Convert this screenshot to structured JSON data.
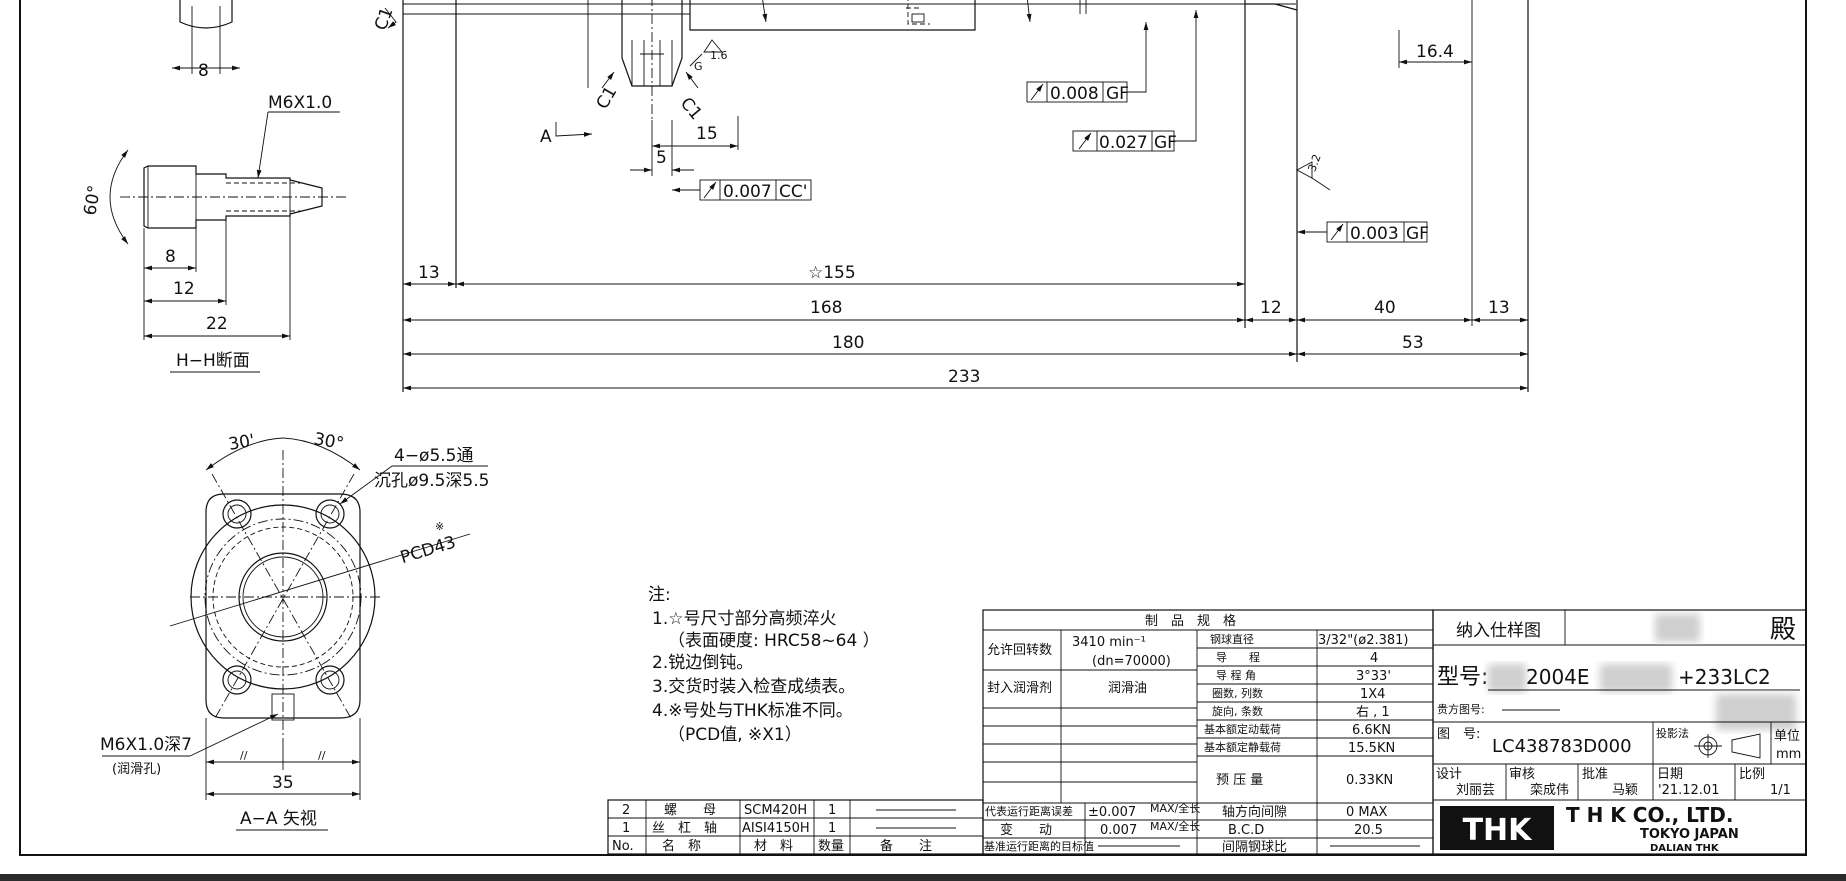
{
  "dimensions": {
    "d_8_top": "8",
    "thread_top": "M6X1.0",
    "angle_60": "60°",
    "d_8": "8",
    "d_12": "12",
    "d_22": "22",
    "section_hh": "H−H断面",
    "chamfer_c1": "C1",
    "view_a": "A",
    "d_15": "15",
    "d_5": "5",
    "finish_16": "1.6",
    "finish_g": "G",
    "runout_1_val": "0.007",
    "runout_1_ref": "CC'",
    "runout_2_val": "0.008",
    "runout_2_ref": "GF",
    "runout_3_val": "0.027",
    "runout_3_ref": "GF",
    "runout_4_val": "0.003",
    "runout_4_ref": "GF",
    "d_16_4": "16.4",
    "finish_32": "3.2",
    "d_13_left": "13",
    "d_155": "☆155",
    "d_168": "168",
    "d_12_mid": "12",
    "d_40": "40",
    "d_13_right": "13",
    "d_180": "180",
    "d_53": "53",
    "d_233": "233",
    "angle_30_l": "30'",
    "angle_30_r": "30°",
    "holes_1": "4−ø5.5通",
    "holes_2": "沉孔ø9.5深5.5",
    "pcd_mark": "※",
    "pcd": "PCD43",
    "thread_bottom_1": "M6X1.0深7",
    "thread_bottom_2": "(润滑孔)",
    "d_35": "35",
    "view_aa": "A−A 矢视"
  },
  "notes": {
    "title": "注:",
    "items": [
      "1.☆号尺寸部分高频淬火",
      "（表面硬度: HRC58~64 ）",
      "2.锐边倒钝。",
      "3.交货时装入检查成绩表。",
      "4.※号处与THK标准不同。",
      "（PCD值, ※X1）"
    ]
  },
  "spec_table": {
    "header": "制　品　规　格",
    "speed_label": "允许回转数",
    "speed_value": "3410  min⁻¹",
    "speed_dn": "(dn=70000)",
    "lube_label": "封入润滑剂",
    "lube_value": "润滑油",
    "rows": [
      {
        "label": "钢球直径",
        "value": "3/32\"(ø2.381)"
      },
      {
        "label": "导　　程",
        "value": "4"
      },
      {
        "label": "导 程 角",
        "value": "3°33'"
      },
      {
        "label": "圈数, 列数",
        "value": "1X4"
      },
      {
        "label": "旋向, 条数",
        "value": "右 , 1"
      },
      {
        "label": "基本额定动载荷",
        "value": "6.6KN"
      },
      {
        "label": "基本额定静载荷",
        "value": "15.5KN"
      },
      {
        "label": "预 压 量",
        "value": "0.33KN"
      }
    ],
    "err_label": "代表运行距离误差",
    "err_value": "±0.007",
    "var_label": "变　　动",
    "var_value": "0.007",
    "target_label": "基准运行距离的目标值",
    "max_unit": "MAX/全长",
    "axial_label": "轴方向间隙",
    "axial_value": "0  MAX",
    "bcd_label": "B.C.D",
    "bcd_value": "20.5",
    "ratio_label": "间隔钢球比"
  },
  "bom": {
    "headers": [
      "No.",
      "名　称",
      "材　料",
      "数量",
      "备　　注"
    ],
    "rows": [
      {
        "no": "2",
        "name": "螺　　母",
        "material": "SCM420H",
        "qty": "1"
      },
      {
        "no": "1",
        "name": "丝　杠　轴",
        "material": "AISI4150H",
        "qty": "1"
      }
    ]
  },
  "title_block": {
    "doc_type": "纳入仕样图",
    "honorific": "殿",
    "model_label": "型号:",
    "model_mid": "2004E",
    "model_end": "+233LC2",
    "client_label": "贵方图号:",
    "drawing_label": "图　号:",
    "drawing_no": "LC438783D000",
    "projection_label": "投影法",
    "unit_label": "单位",
    "unit_value": "mm",
    "design_label": "设计",
    "design_name": "刘丽芸",
    "check_label": "审核",
    "check_name": "栾成伟",
    "approve_label": "批准",
    "approve_name": "马颖",
    "date_label": "日期",
    "date_value": "'21.12.01",
    "scale_label": "比例",
    "scale_value": "1/1",
    "logo_text": "THK",
    "company": "T H K CO., LTD.",
    "city": "TOKYO JAPAN",
    "branch": "DALIAN  THK"
  }
}
